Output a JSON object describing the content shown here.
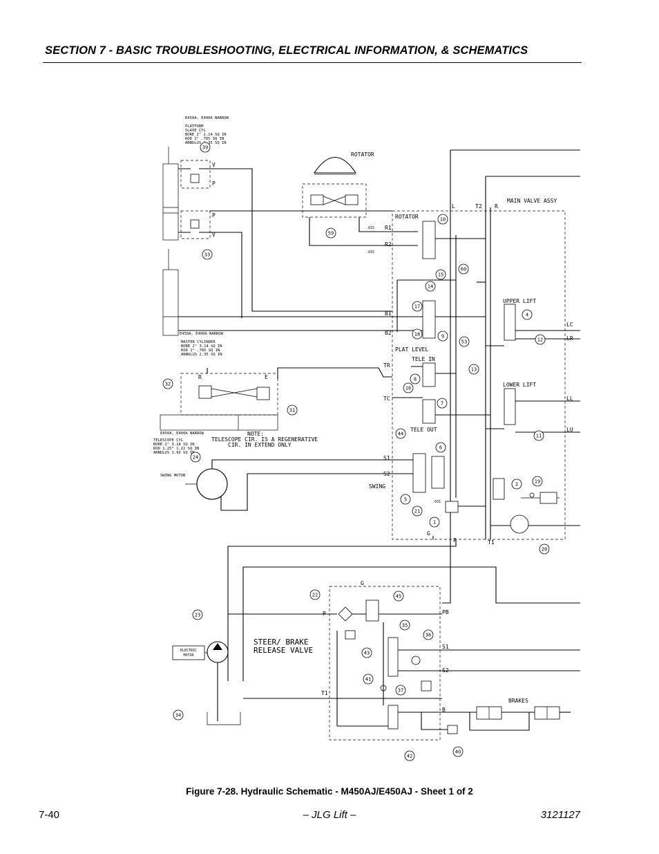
{
  "header": {
    "title": "SECTION 7 - BASIC TROUBLESHOOTING, ELECTRICAL INFORMATION, & SCHEMATICS"
  },
  "figure": {
    "caption": "Figure 7-28.  Hydraulic Schematic - M450AJ/E450AJ - Sheet 1 of 2"
  },
  "footer": {
    "page_number": "7-40",
    "publisher": "– JLG Lift –",
    "document_number": "3121127"
  },
  "schematic": {
    "platform_note": {
      "model": "E450A, E400A NARROW",
      "l1": "PLATFORM",
      "l2": "SLAVE CYL",
      "l3": "BORE   2\"   2.14 SQ IN",
      "l4": "ROD    1\"   .785 SQ IN",
      "l5": "ANNULUS   2.35 SQ IN"
    },
    "master_note": {
      "model": "E450A, E400A NARROW",
      "l1": "MASTER CYLINDER",
      "l2": "BORE  2\"   3.14 SQ IN",
      "l3": "ROD   1\"   .785 SQ IN",
      "l4": "ANNULUS   2.35 SQ IN"
    },
    "telescope_note": {
      "model": "E450A, E400A NARROW",
      "l1": "TELESCOPE CYL",
      "l2": "BORE  2\"   3.14 SQ IN",
      "l3": "ROD 1.25\"  1.22 SQ IN",
      "l4": "ANNULUS   1.92 SQ IN"
    },
    "note": {
      "title": "NOTE:",
      "line1": "TELESCOPE CIR. IS A REGENERATIVE",
      "line2": "CIR. IN EXTEND ONLY"
    },
    "labels": {
      "rotator": "ROTATOR",
      "main_valve": "MAIN VALVE ASSY",
      "rotator_section": "ROTATOR",
      "upper_lift": "UPPER LIFT",
      "lower_lift": "LOWER LIFT",
      "plat_level": "PLAT LEVEL",
      "tele_in": "TELE IN",
      "tele_out": "TELE OUT",
      "swing": "SWING",
      "swing_motor": "SWING MOTOR",
      "steer_1": "STEER/ BRAKE",
      "steer_2": "RELEASE VALVE",
      "electric_motor_1": "ELECTRIC",
      "electric_motor_2": "MOTOR",
      "brakes": "BRAKES",
      "orifice_015a": ".015",
      "orifice_015b": ".015",
      "orifice_031": ".031"
    },
    "ports": {
      "V1": "V",
      "P1": "P",
      "P2": "P",
      "V2": "V",
      "L": "L",
      "T2": "T2",
      "R_main": "R",
      "R1": "R1",
      "R2": "R2",
      "B1": "B1",
      "B2": "B2",
      "TR": "TR",
      "TC": "TC",
      "S1": "S1",
      "S2": "S2",
      "LC": "LC",
      "LR": "LR",
      "LL": "LL",
      "LU": "LU",
      "G": "G",
      "P_main": "P",
      "T1": "T1",
      "R_tele": "R",
      "E_tele": "E",
      "G_steer": "G",
      "P_steer": "P",
      "PB": "PB",
      "S1_steer": "S1",
      "S2_steer": "S2",
      "T1_steer": "T1",
      "B_steer": "B"
    },
    "callouts": [
      "39",
      "33",
      "59",
      "10",
      "60",
      "15",
      "14",
      "17",
      "18",
      "9",
      "53",
      "13",
      "4",
      "12",
      "8",
      "16",
      "7",
      "32",
      "31",
      "24",
      "44",
      "6",
      "5",
      "21",
      "1",
      "2",
      "19",
      "20",
      "11",
      "22",
      "45",
      "23",
      "43",
      "35",
      "36",
      "41",
      "37",
      "34",
      "42",
      "40"
    ]
  }
}
